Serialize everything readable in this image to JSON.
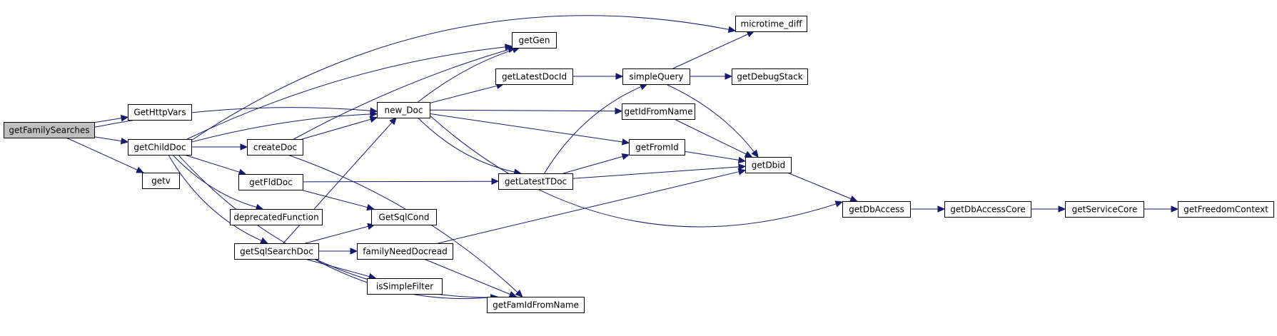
{
  "colors": {
    "edge": "#191970",
    "root_fill": "#bfbfbf",
    "node_fill": "#ffffff",
    "node_border": "#000000"
  },
  "nodes": [
    {
      "id": "getFamilySearches",
      "label": "getFamilySearches",
      "root": true
    },
    {
      "id": "GetHttpVars",
      "label": "GetHttpVars"
    },
    {
      "id": "getChildDoc",
      "label": "getChildDoc"
    },
    {
      "id": "getv",
      "label": "getv"
    },
    {
      "id": "createDoc",
      "label": "createDoc"
    },
    {
      "id": "getFldDoc",
      "label": "getFldDoc"
    },
    {
      "id": "deprecatedFunction",
      "label": "deprecatedFunction"
    },
    {
      "id": "getSqlSearchDoc",
      "label": "getSqlSearchDoc"
    },
    {
      "id": "new_Doc",
      "label": "new_Doc"
    },
    {
      "id": "GetSqlCond",
      "label": "GetSqlCond"
    },
    {
      "id": "familyNeedDocread",
      "label": "familyNeedDocread"
    },
    {
      "id": "isSimpleFilter",
      "label": "isSimpleFilter"
    },
    {
      "id": "getGen",
      "label": "getGen"
    },
    {
      "id": "getLatestDocId",
      "label": "getLatestDocId"
    },
    {
      "id": "getLatestTDoc",
      "label": "getLatestTDoc"
    },
    {
      "id": "getFamIdFromName",
      "label": "getFamIdFromName"
    },
    {
      "id": "simpleQuery",
      "label": "simpleQuery"
    },
    {
      "id": "getIdFromName",
      "label": "getIdFromName"
    },
    {
      "id": "getFromId",
      "label": "getFromId"
    },
    {
      "id": "microtime_diff",
      "label": "microtime_diff"
    },
    {
      "id": "getDebugStack",
      "label": "getDebugStack"
    },
    {
      "id": "getDbid",
      "label": "getDbid"
    },
    {
      "id": "getDbAccess",
      "label": "getDbAccess"
    },
    {
      "id": "getDbAccessCore",
      "label": "getDbAccessCore"
    },
    {
      "id": "getServiceCore",
      "label": "getServiceCore"
    },
    {
      "id": "getFreedomContext",
      "label": "getFreedomContext"
    }
  ],
  "edges": [
    {
      "from": "getFamilySearches",
      "to": "GetHttpVars"
    },
    {
      "from": "getFamilySearches",
      "to": "getChildDoc"
    },
    {
      "from": "getFamilySearches",
      "to": "getv"
    },
    {
      "from": "getFamilySearches",
      "to": "new_Doc"
    },
    {
      "from": "getChildDoc",
      "to": "microtime_diff"
    },
    {
      "from": "getChildDoc",
      "to": "getGen"
    },
    {
      "from": "getChildDoc",
      "to": "new_Doc"
    },
    {
      "from": "getChildDoc",
      "to": "createDoc"
    },
    {
      "from": "getChildDoc",
      "to": "getFldDoc"
    },
    {
      "from": "getChildDoc",
      "to": "deprecatedFunction"
    },
    {
      "from": "getChildDoc",
      "to": "getSqlSearchDoc"
    },
    {
      "from": "getChildDoc",
      "to": "getFamIdFromName"
    },
    {
      "from": "createDoc",
      "to": "getGen"
    },
    {
      "from": "createDoc",
      "to": "new_Doc"
    },
    {
      "from": "createDoc",
      "to": "getFamIdFromName"
    },
    {
      "from": "getFldDoc",
      "to": "getLatestTDoc"
    },
    {
      "from": "getFldDoc",
      "to": "GetSqlCond"
    },
    {
      "from": "getSqlSearchDoc",
      "to": "new_Doc"
    },
    {
      "from": "getSqlSearchDoc",
      "to": "GetSqlCond"
    },
    {
      "from": "getSqlSearchDoc",
      "to": "familyNeedDocread"
    },
    {
      "from": "getSqlSearchDoc",
      "to": "isSimpleFilter"
    },
    {
      "from": "getSqlSearchDoc",
      "to": "getFamIdFromName"
    },
    {
      "from": "familyNeedDocread",
      "to": "getDbid"
    },
    {
      "from": "familyNeedDocread",
      "to": "getFamIdFromName"
    },
    {
      "from": "new_Doc",
      "to": "getGen"
    },
    {
      "from": "new_Doc",
      "to": "getLatestDocId"
    },
    {
      "from": "new_Doc",
      "to": "getIdFromName"
    },
    {
      "from": "new_Doc",
      "to": "getFromId"
    },
    {
      "from": "new_Doc",
      "to": "getLatestTDoc"
    },
    {
      "from": "new_Doc",
      "to": "getDbAccess"
    },
    {
      "from": "getLatestDocId",
      "to": "simpleQuery"
    },
    {
      "from": "getLatestTDoc",
      "to": "simpleQuery"
    },
    {
      "from": "getLatestTDoc",
      "to": "getFromId"
    },
    {
      "from": "getLatestTDoc",
      "to": "getDbid"
    },
    {
      "from": "getIdFromName",
      "to": "getDbid"
    },
    {
      "from": "getFromId",
      "to": "getDbid"
    },
    {
      "from": "simpleQuery",
      "to": "microtime_diff"
    },
    {
      "from": "simpleQuery",
      "to": "getDebugStack"
    },
    {
      "from": "simpleQuery",
      "to": "getDbid"
    },
    {
      "from": "getDbid",
      "to": "getDbAccess"
    },
    {
      "from": "getDbAccess",
      "to": "getDbAccessCore"
    },
    {
      "from": "getDbAccessCore",
      "to": "getServiceCore"
    },
    {
      "from": "getServiceCore",
      "to": "getFreedomContext"
    }
  ]
}
